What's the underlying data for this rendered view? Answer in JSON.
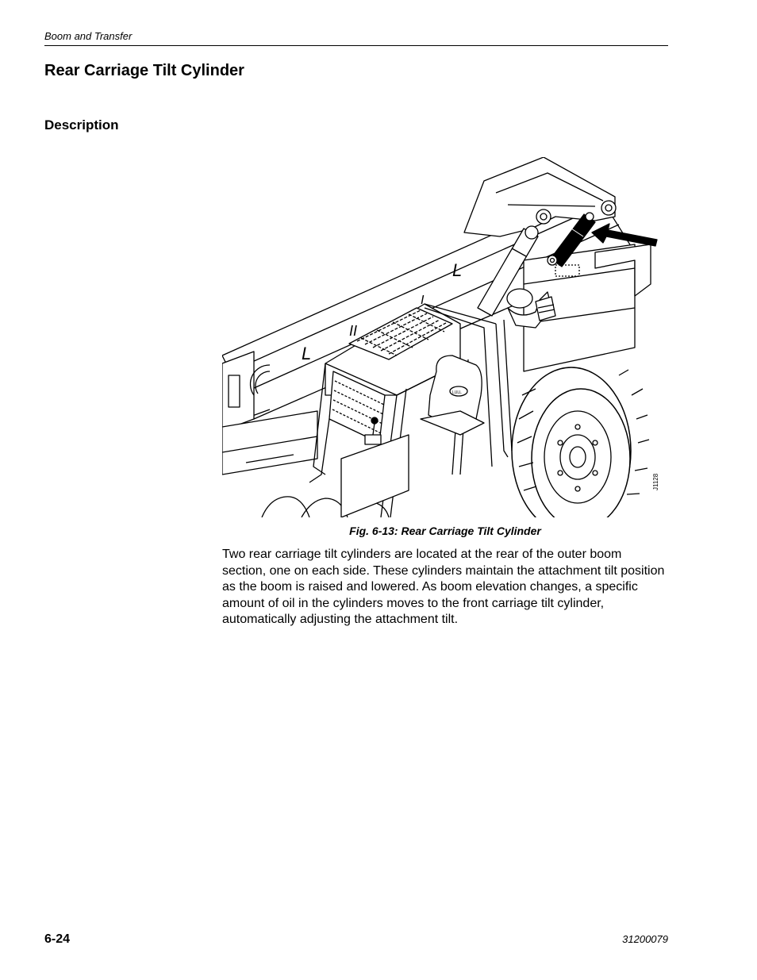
{
  "header": {
    "section_label": "Boom and Transfer"
  },
  "title": "Rear Carriage Tilt Cylinder",
  "section": {
    "heading": "Description"
  },
  "figure": {
    "id_label": "J1128",
    "caption": "Fig. 6-13: Rear Carriage Tilt Cylinder",
    "badge_text": "LULL"
  },
  "body": {
    "paragraph": "Two rear carriage tilt cylinders are located at the rear of the outer boom section, one on each side. These cylinders maintain the attachment tilt position as the boom is raised and lowered. As boom elevation changes, a specific amount of oil in the cylinders moves to the front carriage tilt cylinder, automatically adjusting the attachment tilt."
  },
  "footer": {
    "page_number": "6-24",
    "document_number": "31200079"
  }
}
